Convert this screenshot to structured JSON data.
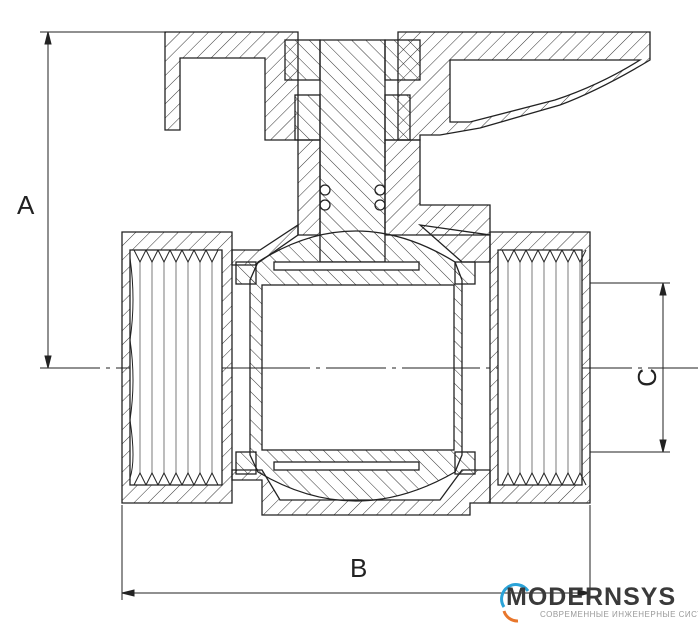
{
  "dimensions": {
    "a_label": "A",
    "b_label": "B",
    "c_label": "C"
  },
  "logo": {
    "name": "MODERNSYS",
    "tagline": "СОВРЕМЕННЫЕ ИНЖЕНЕРНЫЕ СИСТЕМЫ"
  },
  "colors": {
    "line": "#222222",
    "logo_blue": "#2aa3d8",
    "logo_orange": "#e8762b"
  }
}
